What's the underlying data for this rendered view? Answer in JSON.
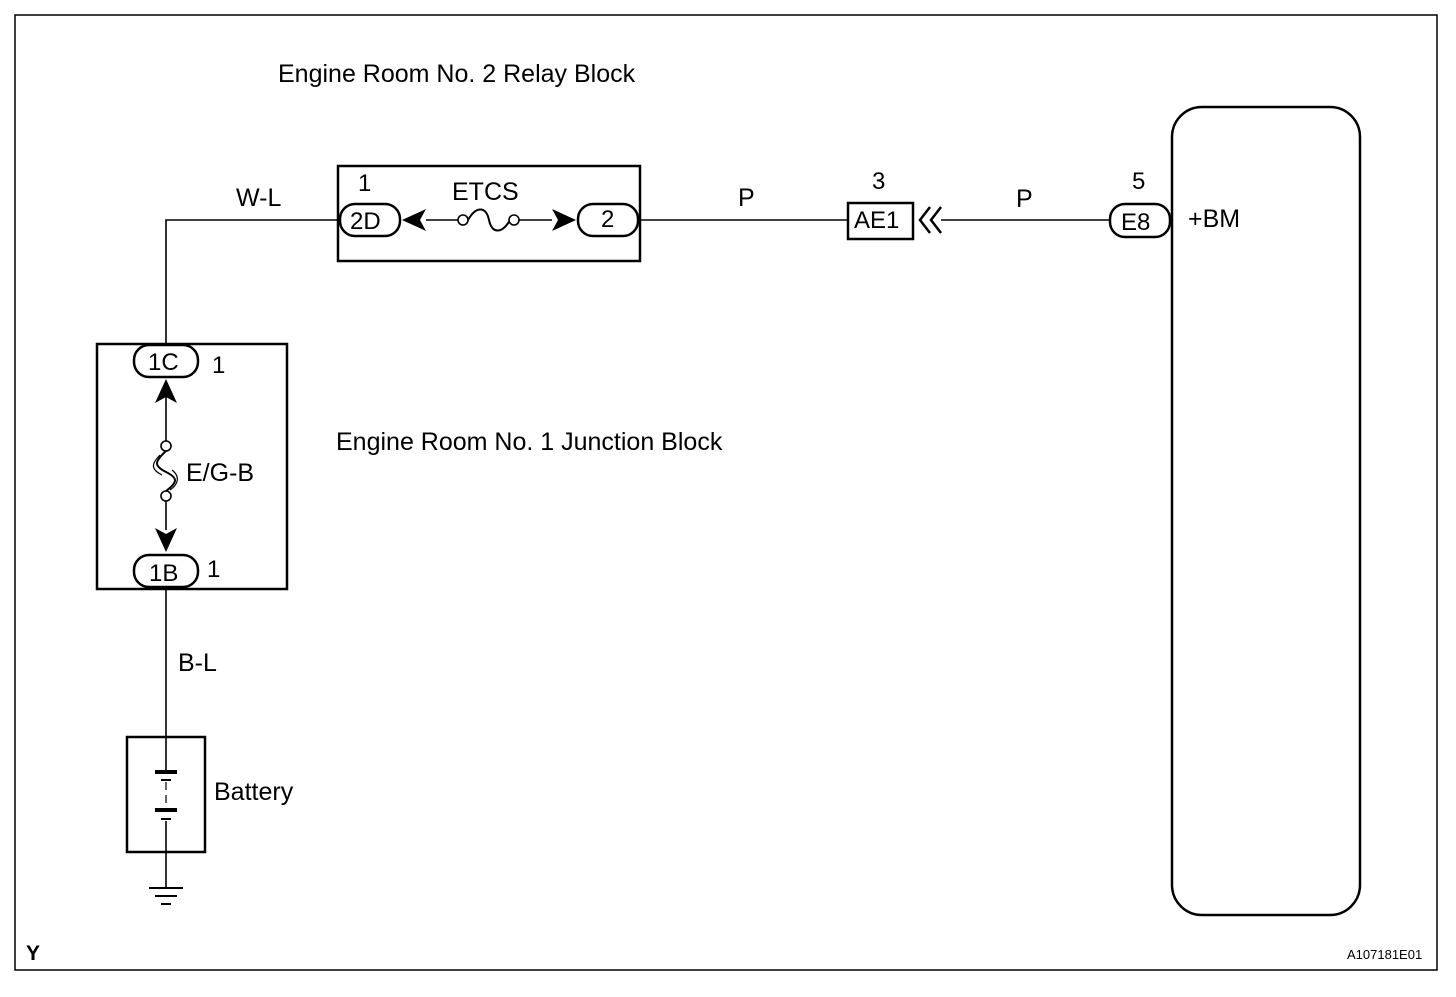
{
  "diagram": {
    "relay_block_label": "Engine Room No. 2 Relay Block",
    "junction_block_label": "Engine Room No. 1 Junction Block",
    "battery_label": "Battery",
    "fuse_etcs": "ETCS",
    "fuse_egb": "E/G-B",
    "wire_wl": "W-L",
    "wire_p_left": "P",
    "wire_p_right": "P",
    "wire_bl": "B-L",
    "connector_2d": "2D",
    "connector_2d_pin": "1",
    "connector_2_right": "2",
    "connector_ae1": "AE1",
    "connector_ae1_pin": "3",
    "connector_e8": "E8",
    "connector_e8_pin": "5",
    "ecm_terminal": "+BM",
    "connector_1c": "1C",
    "connector_1c_pin": "1",
    "connector_1b": "1B",
    "connector_1b_pin": "1",
    "corner_letter": "Y",
    "figure_code": "A107181E01"
  }
}
